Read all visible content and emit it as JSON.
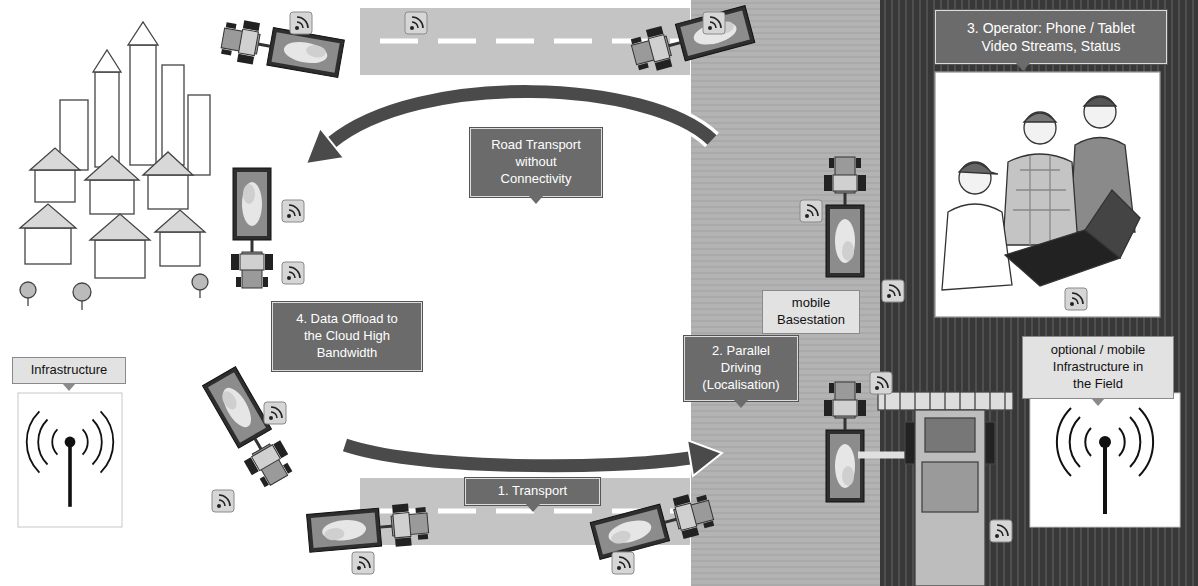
{
  "diagram": {
    "nodes": [
      {
        "text": [
          "3. Operator: Phone / Tablet Video Streams, Status"
        ]
      },
      {
        "text": [
          "Road Transport without Connectivity"
        ]
      },
      {
        "text": [
          "4. Data Offload to the Cloud High Bandwidth"
        ]
      },
      {
        "text": [
          "mobile Basestation"
        ]
      },
      {
        "text": [
          "Infrastructure"
        ]
      },
      {
        "text": [
          "2. Parallel Driving (Localisation)"
        ]
      },
      {
        "text": [
          "optional / mobile Infrastructure in the Field"
        ]
      },
      {
        "text": [
          "1. Transport"
        ]
      }
    ]
  }
}
